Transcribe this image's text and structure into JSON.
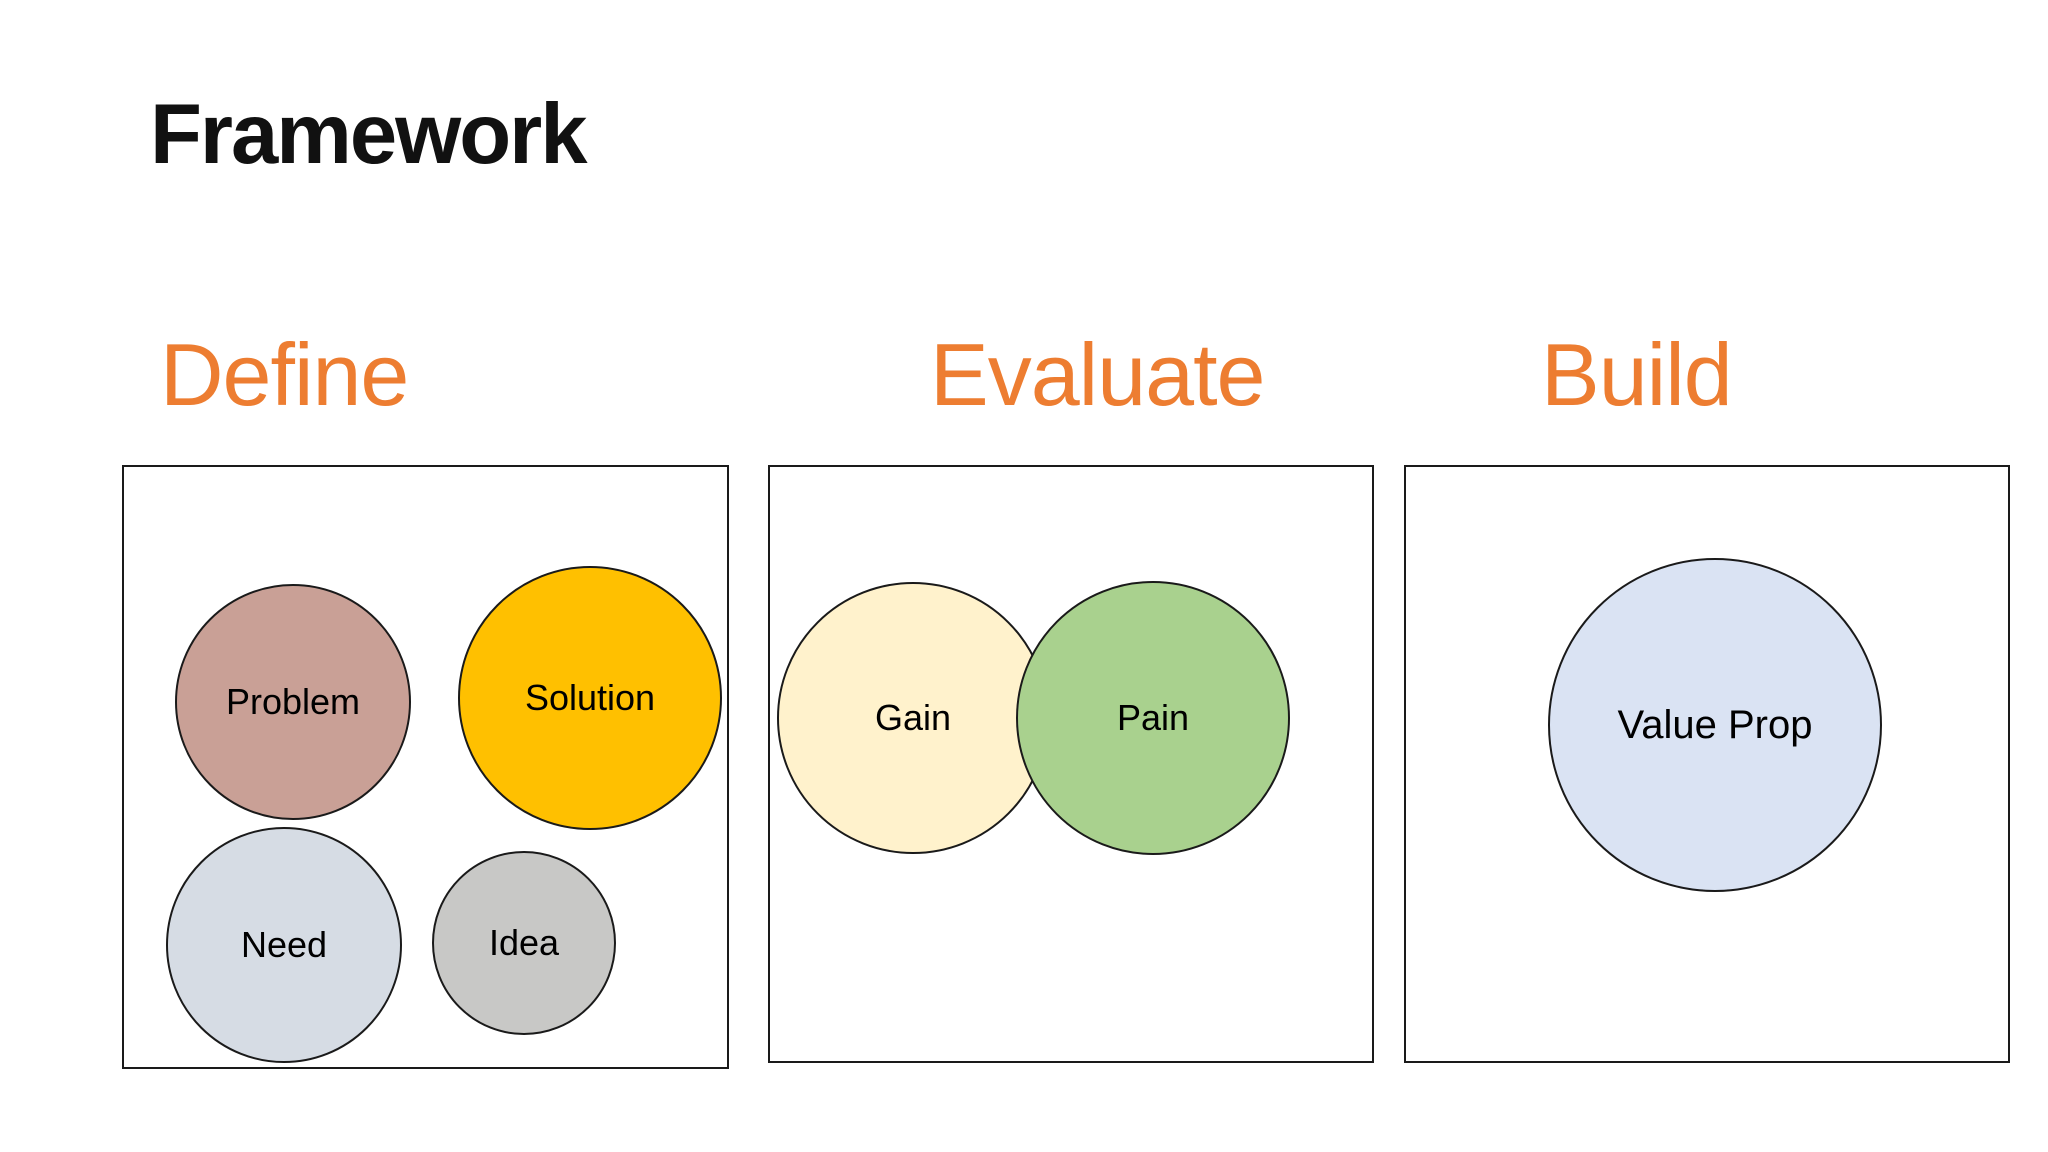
{
  "slide": {
    "title": "Framework"
  },
  "colors": {
    "page_background": "#FFFFFF",
    "title_text": "#111111",
    "accent_orange": "#ED7D31",
    "shape_border": "#1A1A1A",
    "label_text": "#111111"
  },
  "sections": [
    {
      "heading": "Define",
      "circles": [
        {
          "label": "Problem",
          "fill": "#C9A096"
        },
        {
          "label": "Solution",
          "fill": "#FFC000"
        },
        {
          "label": "Need",
          "fill": "#D6DCE4"
        },
        {
          "label": "Idea",
          "fill": "#C8C8C6"
        }
      ]
    },
    {
      "heading": "Evaluate",
      "circles": [
        {
          "label": "Gain",
          "fill": "#FFF2CC"
        },
        {
          "label": "Pain",
          "fill": "#A9D18E"
        }
      ]
    },
    {
      "heading": "Build",
      "circles": [
        {
          "label": "Value Prop",
          "fill": "#DAE3F3"
        }
      ]
    }
  ]
}
